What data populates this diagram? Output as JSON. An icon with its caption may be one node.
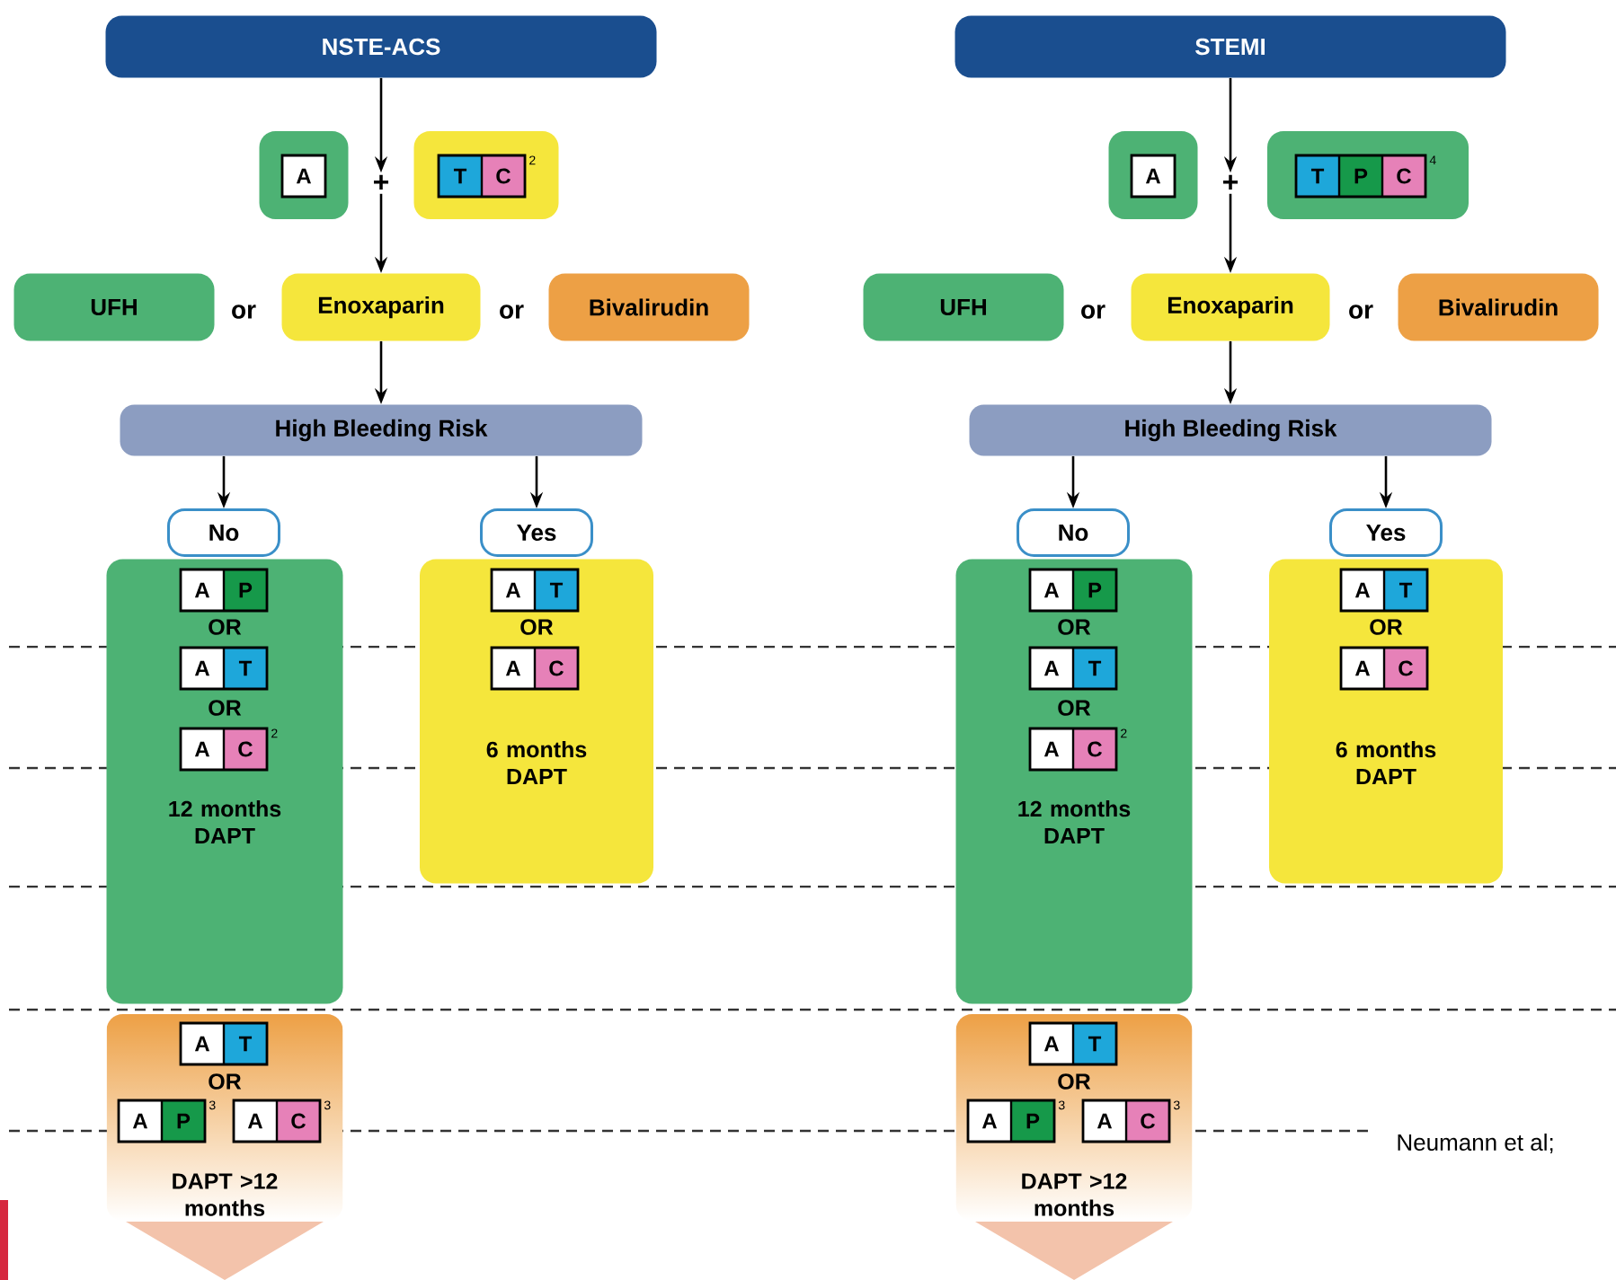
{
  "diagram": {
    "nodes": [
      {
        "text": [
          "NSTE-ACS"
        ]
      },
      {
        "text": [],
        "shape": "box"
      },
      {
        "text": [
          "A"
        ],
        "in": 1
      },
      {
        "text": [
          "+"
        ]
      },
      {
        "text": [],
        "shape": "box"
      },
      {
        "text": [
          "T",
          "C"
        ],
        "in": 4,
        "beside": [
          "2"
        ]
      },
      {
        "text": [
          "UFH"
        ]
      },
      {
        "text": [
          "Enoxaparin"
        ]
      },
      {
        "text": [
          "Bivalirudin"
        ]
      },
      {
        "text": [
          "High Bleeding Risk"
        ]
      },
      {
        "text": [
          "No"
        ]
      },
      {
        "text": [
          "Yes"
        ]
      },
      {
        "text": [
          "OR",
          "OR",
          "12 months DAPT"
        ]
      },
      {
        "text": [
          "A",
          "P"
        ],
        "in": 12
      },
      {
        "text": [
          "A",
          "T"
        ],
        "in": 12
      },
      {
        "text": [
          "A",
          "C"
        ],
        "in": 12,
        "beside": [
          "2"
        ]
      },
      {
        "text": [
          "OR",
          "6 months DAPT"
        ]
      },
      {
        "text": [
          "A",
          "T"
        ],
        "in": 16
      },
      {
        "text": [
          "A",
          "C"
        ],
        "in": 16
      },
      {
        "text": [
          "OR",
          "DAPT >12 months"
        ]
      },
      {
        "text": [
          "A",
          "T"
        ],
        "in": 19
      },
      {
        "text": [
          "A",
          "P"
        ],
        "in": 19,
        "beside": [
          "3"
        ]
      },
      {
        "text": [
          "A",
          "C"
        ],
        "in": 19,
        "beside": [
          "3"
        ]
      },
      {
        "text": [
          "STEMI"
        ]
      },
      {
        "text": [],
        "shape": "box"
      },
      {
        "text": [
          "A"
        ],
        "in": 24
      },
      {
        "text": [
          "+"
        ]
      },
      {
        "text": [],
        "shape": "box"
      },
      {
        "text": [
          "T",
          "P",
          "C"
        ],
        "in": 27,
        "beside": [
          "4"
        ]
      },
      {
        "text": [
          "UFH"
        ]
      },
      {
        "text": [
          "Enoxaparin"
        ]
      },
      {
        "text": [
          "Bivalirudin"
        ]
      },
      {
        "text": [
          "High Bleeding Risk"
        ]
      },
      {
        "text": [
          "No"
        ]
      },
      {
        "text": [
          "Yes"
        ]
      },
      {
        "text": [
          "OR",
          "OR",
          "12 months DAPT"
        ]
      },
      {
        "text": [
          "A",
          "P"
        ],
        "in": 35
      },
      {
        "text": [
          "A",
          "T"
        ],
        "in": 35
      },
      {
        "text": [
          "A",
          "C"
        ],
        "in": 35,
        "beside": [
          "2"
        ]
      },
      {
        "text": [
          "OR",
          "6 months DAPT"
        ]
      },
      {
        "text": [
          "A",
          "T"
        ],
        "in": 39
      },
      {
        "text": [
          "A",
          "C"
        ],
        "in": 39
      },
      {
        "text": [
          "OR",
          "DAPT >12 months"
        ]
      },
      {
        "text": [
          "A",
          "T"
        ],
        "in": 42
      },
      {
        "text": [
          "A",
          "P"
        ],
        "in": 42,
        "beside": [
          "3"
        ]
      },
      {
        "text": [
          "A",
          "C"
        ],
        "in": 42,
        "beside": [
          "3"
        ]
      }
    ],
    "edges": [
      {
        "from": 0,
        "to": 3,
        "arrow": "to"
      },
      {
        "from": 3,
        "to": 7,
        "arrow": "to"
      },
      {
        "from": 7,
        "to": 9,
        "arrow": "to"
      },
      {
        "from": 9,
        "to": 10,
        "arrow": "to"
      },
      {
        "from": 9,
        "to": 11,
        "arrow": "to"
      },
      {
        "from": 23,
        "to": 26,
        "arrow": "to"
      },
      {
        "from": 26,
        "to": 30,
        "arrow": "to"
      },
      {
        "from": 30,
        "to": 32,
        "arrow": "to"
      },
      {
        "from": 32,
        "to": 33,
        "arrow": "to"
      },
      {
        "from": 32,
        "to": 34,
        "arrow": "to"
      }
    ],
    "labels": [
      "or",
      "or",
      "or",
      "or",
      "Neumann et al;"
    ]
  }
}
